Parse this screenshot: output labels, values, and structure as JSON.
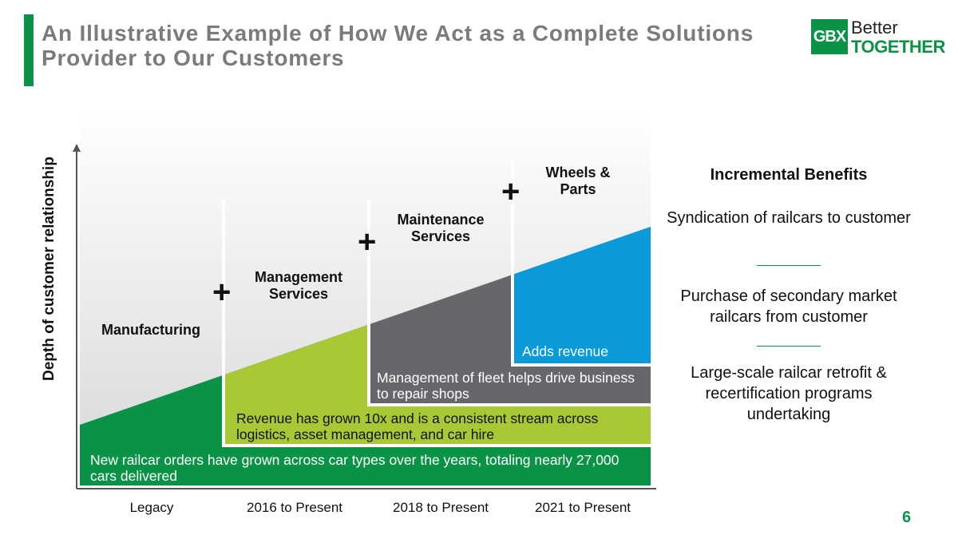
{
  "title": "An Illustrative Example of How We Act as a Complete Solutions Provider to Our Customers",
  "logo": {
    "mark": "GBX",
    "line1": "Better",
    "line2": "TOGETHER"
  },
  "y_axis_label": "Depth of customer relationship",
  "stages": [
    {
      "label": "Manufacturing",
      "period": "Legacy",
      "description": "New railcar orders have grown across car types over the years, totaling nearly 27,000 cars delivered"
    },
    {
      "label": "Management Services",
      "period": "2016 to Present",
      "description": "Revenue has grown 10x and is a consistent stream across logistics, asset management, and car hire"
    },
    {
      "label": "Maintenance Services",
      "period": "2018 to Present",
      "description": "Management of fleet helps drive business to repair shops"
    },
    {
      "label": "Wheels & Parts",
      "period": "2021 to Present",
      "description": "Adds revenue"
    }
  ],
  "plus_symbol": "+",
  "benefits": {
    "title": "Incremental Benefits",
    "items": [
      "Syndication of railcars to customer",
      "Purchase of secondary market railcars from customer",
      "Large-scale railcar retrofit & recertification programs undertaking"
    ]
  },
  "page_number": "6",
  "colors": {
    "green": "#0a9347",
    "lime": "#a8c935",
    "gray": "#67676b",
    "blue": "#0a9ad9",
    "title_gray": "#7a7b7e"
  }
}
